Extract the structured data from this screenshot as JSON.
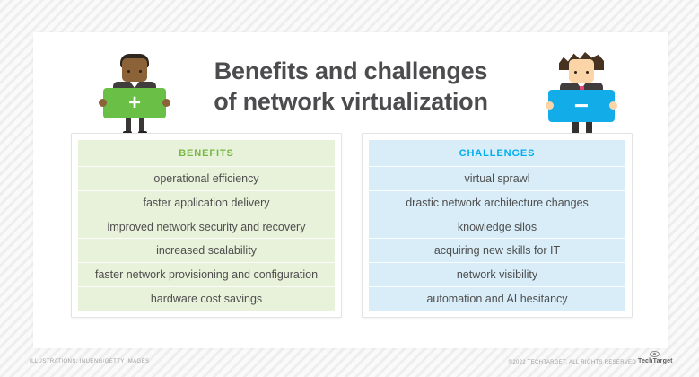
{
  "title": {
    "line1": "Benefits and challenges",
    "line2": "of network virtualization"
  },
  "benefits": {
    "header": "BENEFITS",
    "items": [
      "operational efficiency",
      "faster application delivery",
      "improved network security and recovery",
      "increased scalability",
      "faster network provisioning and configuration",
      "hardware cost savings"
    ]
  },
  "challenges": {
    "header": "CHALLENGES",
    "items": [
      "virtual sprawl",
      "drastic network architecture changes",
      "knowledge silos",
      "acquiring new skills for IT",
      "network visibility",
      "automation and AI hesitancy"
    ]
  },
  "illustrations": {
    "plus_sign": "+",
    "minus_sign": "−"
  },
  "footer": {
    "credit": "ILLUSTRATIONS: INUENG/GETTY IMAGES",
    "copyright": "©2022 TECHTARGET, ALL RIGHTS RESERVED",
    "brand": "TechTarget"
  },
  "colors": {
    "benefits_accent": "#76b843",
    "benefits_panel_bg": "#e8f1da",
    "benefits_sign": "#6abf47",
    "challenges_accent": "#00aeef",
    "challenges_panel_bg": "#d8edf8",
    "challenges_sign": "#12ade8",
    "title_text": "#4c4c4e",
    "row_text": "#4e4e4e"
  }
}
